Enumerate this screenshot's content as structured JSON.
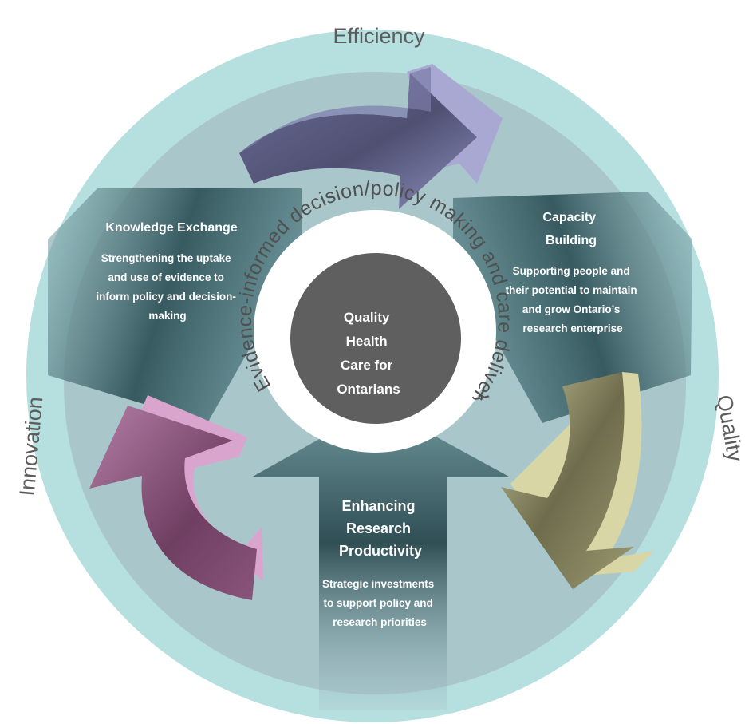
{
  "outer_ring": {
    "top_label": "Efficiency",
    "right_label": "Quality",
    "left_label": "Innovation"
  },
  "inner_ring_text": "Evidence-informed decision/policy making and care delivery",
  "center": {
    "lines": [
      "Quality",
      "Health",
      "Care for",
      "Ontarians"
    ]
  },
  "panels": {
    "knowledge_exchange": {
      "title": "Knowledge Exchange",
      "body": [
        "Strengthening the uptake",
        "and use of evidence to",
        "inform policy and decision-",
        "making"
      ]
    },
    "capacity_building": {
      "title": [
        "Capacity",
        "Building"
      ],
      "body": [
        "Supporting people and",
        "their potential to maintain",
        "and grow Ontario’s",
        "research enterprise"
      ]
    },
    "research_productivity": {
      "title": [
        "Enhancing",
        "Research",
        "Productivity"
      ],
      "body": [
        "Strategic investments",
        "to support policy and",
        "research priorities"
      ]
    }
  },
  "colors": {
    "outer_ring": "#b6dfe0",
    "inner_disc": "#a9c7cb",
    "center_disc": "#5f5f5f",
    "arrow_efficiency": "#7c7ca6",
    "arrow_quality": "#98986c",
    "arrow_innovation": "#9a5f8a"
  }
}
